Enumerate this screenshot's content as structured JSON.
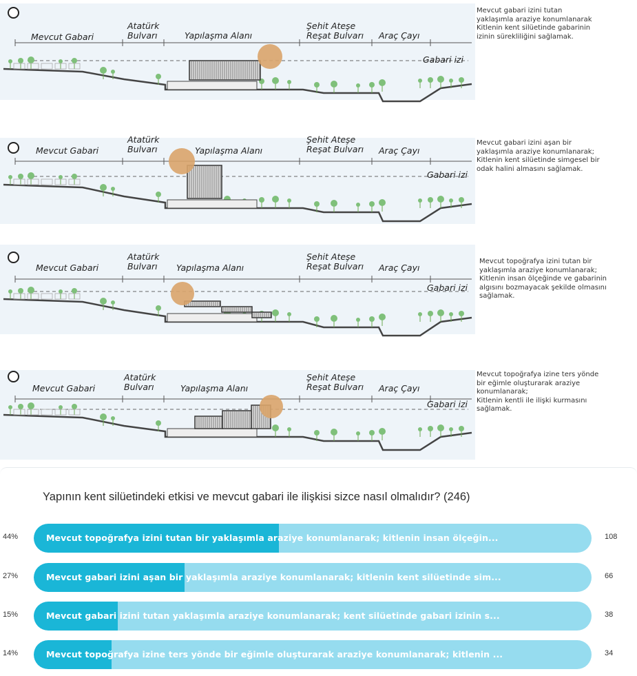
{
  "sections": [
    {
      "labels": {
        "mevcut": "Mevcut Gabari",
        "ataturk": "Atatürk\nBulvarı",
        "yapilasma": "Yapılaşma Alanı",
        "sehit": "Şehit Ateşe\nReşat Bulvarı",
        "arac": "Araç Çayı",
        "gabari_izi": "Gabari izi"
      },
      "description": "Mevcut gabari izini tutan\nyaklaşımla araziye konumlanarak\nKitlenin kent silüetinde gabarinin\nizinin sürekliliğini sağlamak."
    },
    {
      "labels": {
        "mevcut": "Mevcut Gabari",
        "ataturk": "Atatürk\nBulvarı",
        "yapilasma": "Yapılaşma Alanı",
        "sehit": "Şehit Ateşe\nReşat Bulvarı",
        "arac": "Araç Çayı",
        "gabari_izi": "Gabari izi"
      },
      "description": "Mevcut gabari izini aşan bir\nyaklaşımla araziye konumlanarak;\nKitlenin kent silüetinde simgesel bir\nodak halini almasını sağlamak."
    },
    {
      "labels": {
        "mevcut": "Mevcut Gabari",
        "ataturk": "Atatürk\nBulvarı",
        "yapilasma": "Yapılaşma Alanı",
        "sehit": "Şehit Ateşe\nReşat Bulvarı",
        "arac": "Araç Çayı",
        "gabari_izi": "Gabari izi"
      },
      "description": "Mevcut topoğrafya izini tutan bir\nyaklaşımla araziye konumlanarak;\nKitlenin insan ölçeğinde ve gabarinin\nalgısını bozmayacak şekilde olmasını\nsağlamak."
    },
    {
      "labels": {
        "mevcut": "Mevcut Gabari",
        "ataturk": "Atatürk\nBulvarı",
        "yapilasma": "Yapılaşma Alanı",
        "sehit": "Şehit Ateşe\nReşat Bulvarı",
        "arac": "Araç Çayı",
        "gabari_izi": "Gabari izi"
      },
      "description": "Mevcut topoğrafya izine ters yönde\nbir eğimle oluşturarak araziye\nkonumlanarak;\nKitlenin kentli ile ilişki kurmasını\nsağlamak."
    }
  ],
  "poll": {
    "question": "Yapının kent silüetindeki etkisi ve mevcut gabari ile ilişkisi sizce nasıl olmalıdır? (246)",
    "options": [
      {
        "percent_label": "44%",
        "fraction": 0.44,
        "text": "Mevcut topoğrafya izini tutan bir yaklaşımla araziye konumlanarak; kitlenin insan ölçeğin...",
        "count": "108"
      },
      {
        "percent_label": "27%",
        "fraction": 0.27,
        "text": "Mevcut gabari izini aşan bir yaklaşımla araziye konumlanarak; kitlenin kent silüetinde sim...",
        "count": "66"
      },
      {
        "percent_label": "15%",
        "fraction": 0.15,
        "text": "Mevcut gabari izini tutan yaklaşımla araziye konumlanarak; kent silüetinde gabari izinin s...",
        "count": "38"
      },
      {
        "percent_label": "14%",
        "fraction": 0.14,
        "text": "Mevcut topoğrafya izine ters yönde bir eğimle oluşturarak araziye konumlanarak; kitlenin ...",
        "count": "34"
      }
    ],
    "colors": {
      "fill": "#1ab6d7",
      "track": "#96dcef",
      "sun": "#d9a46a"
    }
  }
}
